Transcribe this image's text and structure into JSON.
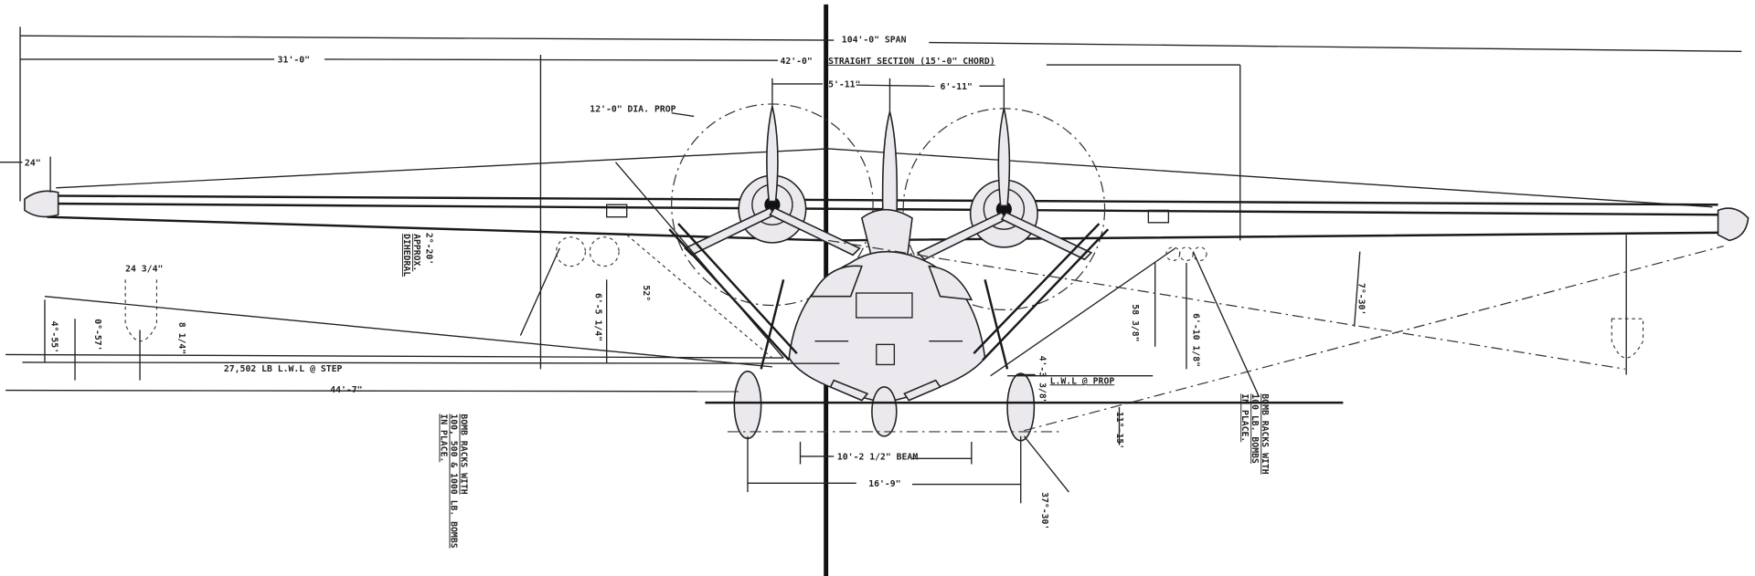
{
  "title": "Front view general arrangement drawing of twin-engine flying boat",
  "dimensions": {
    "span": "104'-0\" SPAN",
    "outer_panel": "31'-0\"",
    "center_section": "42'-0\"",
    "straight_section": "STRAIGHT SECTION (15'-0\" CHORD)",
    "prop_offset_left": "5'-11\"",
    "prop_offset_right": "6'-11\"",
    "prop_diameter": "12'-0\" DIA. PROP",
    "wingtip_height": "24\"",
    "dihedral_angle": "2°-20'",
    "dihedral_note_1": "APPROX.",
    "dihedral_note_2": "DIHEDRAL",
    "float_width": "24 3/4\"",
    "angle_4_55": "4°-55'",
    "angle_0_57": "0°-57'",
    "float_draft": "8 1/4\"",
    "lwl_step": "27,502 LB L.W.L @ STEP",
    "float_spread": "44'-7\"",
    "height_6_5": "6'-5 1/4\"",
    "angle_52": "52°",
    "height_4_3": "4'-3 3/8\"",
    "height_58": "58 3/8\"",
    "height_6_10": "6'-10 1/8\"",
    "lwl_prop": "L.W.L @ PROP",
    "angle_11_15": "11°-15'",
    "beam": "10'-2 1/2\" BEAM",
    "track": "16'-9\"",
    "angle_37_30": "37°-30'",
    "angle_7_30": "7°-30'"
  },
  "notes": {
    "left_bomb_racks": [
      "BOMB RACKS WITH",
      "100, 500 & 1000 LB. BOMBS",
      "IN PLACE."
    ],
    "right_bomb_racks": [
      "BOMB RACKS WITH",
      "100 LB. BOMBS",
      "IN PLACE."
    ]
  },
  "colors": {
    "ink": "#222222",
    "shade": "#ece9ee",
    "paper": "#ffffff"
  }
}
